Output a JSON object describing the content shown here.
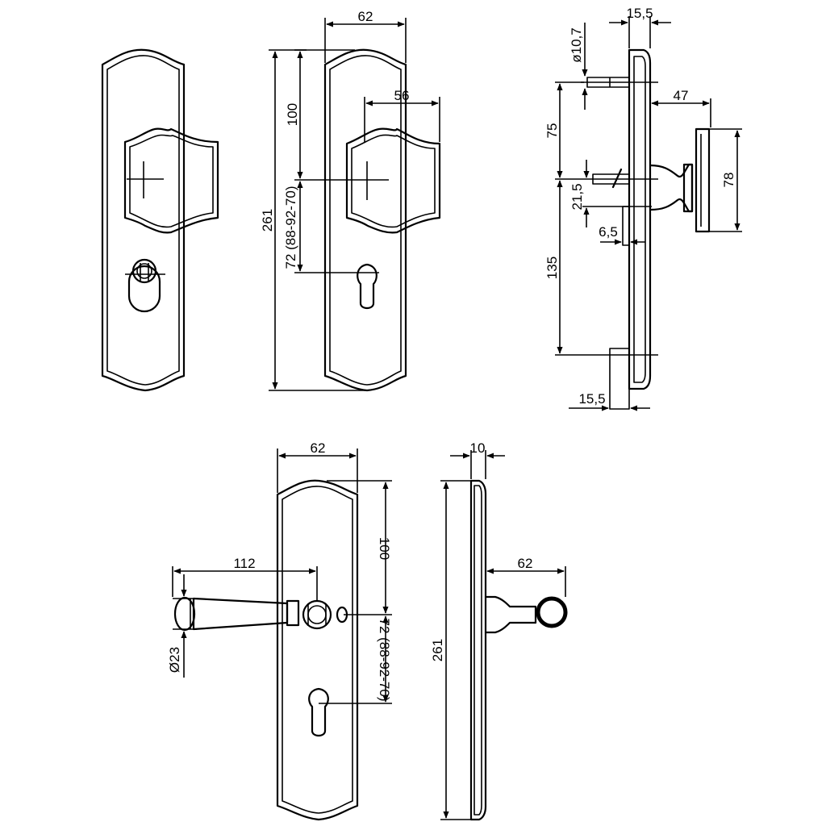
{
  "dimensions": {
    "top_front_width": "62",
    "top_front_height_total": "261",
    "top_front_upper": "100",
    "top_front_lower": "72 (88-92-70)",
    "knob_rose_width": "56",
    "side_plate_thickness_top": "15,5",
    "side_spindle_diameter": "ø10,7",
    "side_upper_spacing": "75",
    "side_projection": "47",
    "side_knob_diameter": "78",
    "side_mid_spacing": "21,5",
    "side_offset": "6,5",
    "side_lower_spacing": "135",
    "side_plate_thickness_bottom": "15,5",
    "lever_plate_width": "62",
    "lever_upper": "100",
    "lever_lower": "72 (88-92-70)",
    "lever_length": "112",
    "lever_end_diameter": "Ø23",
    "lever_side_thickness": "10",
    "lever_side_height": "261",
    "lever_side_projection": "62"
  }
}
